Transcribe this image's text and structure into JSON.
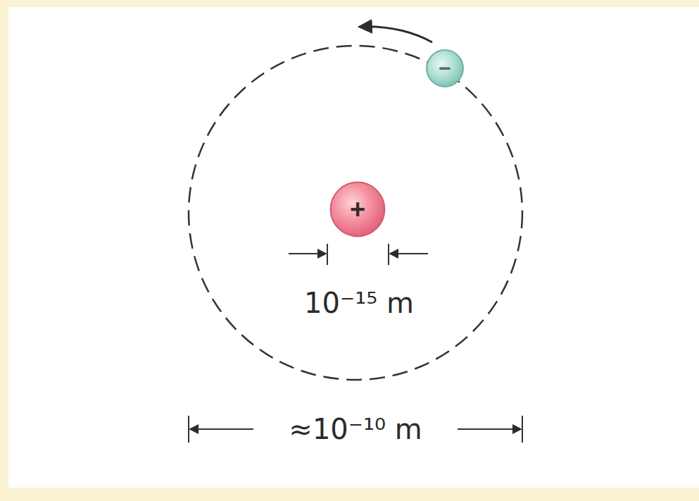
{
  "diagram": {
    "nodes": [
      {
        "text": [
          "−"
        ]
      },
      {
        "text": [
          "+"
        ]
      }
    ],
    "labels": [
      "10⁻¹⁵ m",
      "≈10⁻¹⁰ m"
    ]
  }
}
